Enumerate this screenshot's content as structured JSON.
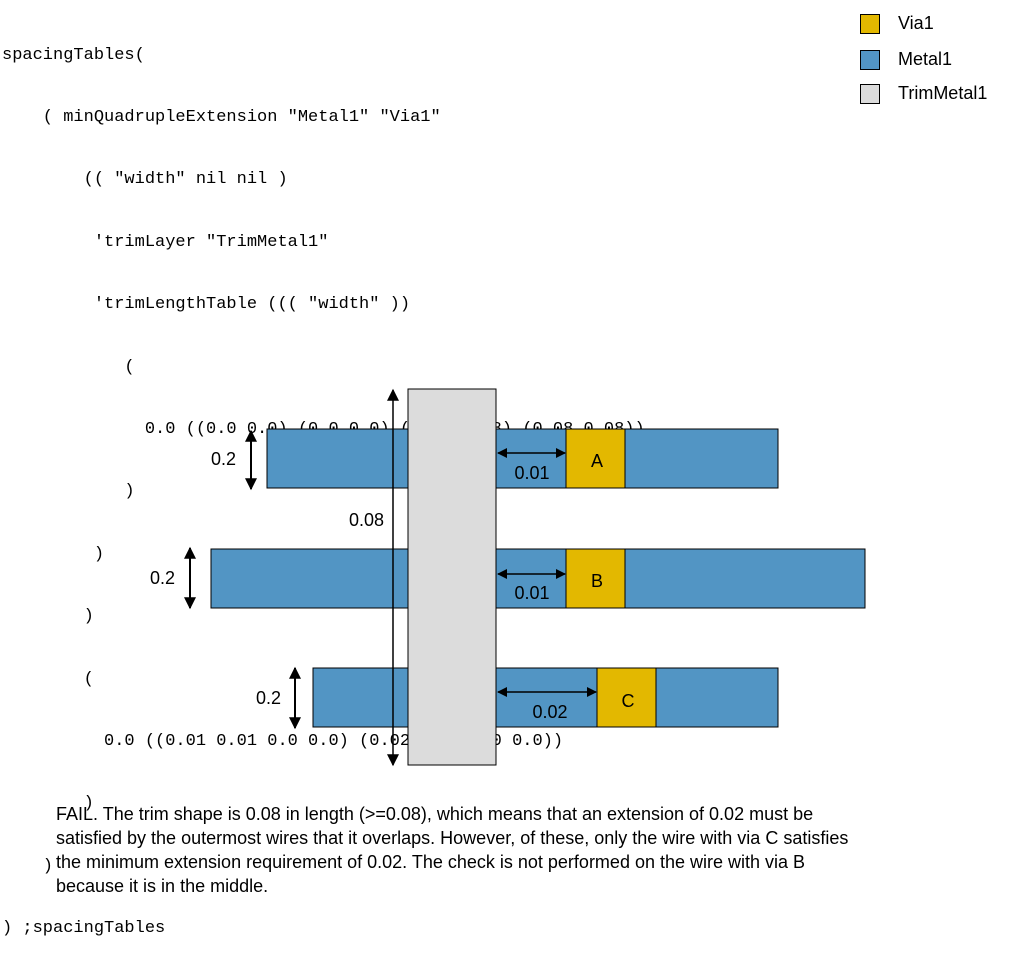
{
  "code": [
    "spacingTables(",
    "    ( minQuadrupleExtension \"Metal1\" \"Via1\"",
    "        (( \"width\" nil nil )",
    "         'trimLayer \"TrimMetal1\"",
    "         'trimLengthTable ((( \"width\" ))",
    "            (",
    "              0.0 ((0.0 0.0) (0.0 0.0) (0.08 0.08) (0.08 0.08))",
    "            )",
    "         )",
    "        )",
    "        (",
    "          0.0 ((0.01 0.01 0.0 0.0) (0.02 0.02 0.0 0.0))",
    "        )",
    "    )",
    ") ;spacingTables"
  ],
  "legend": [
    {
      "label": "Via1",
      "color": "#e3b800"
    },
    {
      "label": "Metal1",
      "color": "#5295c4"
    },
    {
      "label": "TrimMetal1",
      "color": "#dcdcdc"
    }
  ],
  "diagram": {
    "trim_length_label": "0.08",
    "wires": [
      {
        "width_label": "0.2",
        "via_label": "A",
        "extension_label": "0.01"
      },
      {
        "width_label": "0.2",
        "via_label": "B",
        "extension_label": "0.01"
      },
      {
        "width_label": "0.2",
        "via_label": "C",
        "extension_label": "0.02"
      }
    ]
  },
  "caption": [
    "FAIL. The trim shape is 0.08 in length (>=0.08), which means that an extension of 0.02 must be",
    "satisfied by the outermost wires that it overlaps. However, of these, only the wire with via C satisfies",
    "the minimum extension requirement of 0.02. The check is not performed on the wire with via B",
    "because it is in the middle."
  ]
}
